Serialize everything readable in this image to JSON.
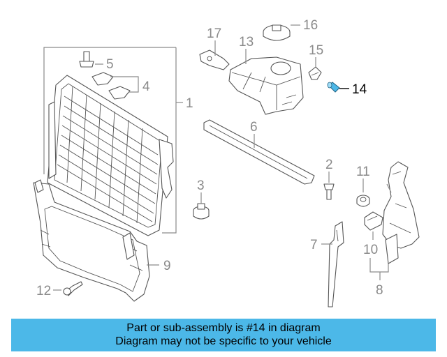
{
  "callouts": {
    "c1": "1",
    "c2": "2",
    "c3": "3",
    "c4": "4",
    "c5": "5",
    "c6": "6",
    "c7": "7",
    "c8": "8",
    "c9": "9",
    "c10": "10",
    "c11": "11",
    "c12": "12",
    "c13": "13",
    "c14": "14",
    "c15": "15",
    "c16": "16",
    "c17": "17"
  },
  "highlight": {
    "part_number": "14",
    "color": "#4cb8e8"
  },
  "banner": {
    "line1": "Part or sub-assembly is #14 in diagram",
    "line2": "Diagram may not be specific to your vehicle"
  }
}
